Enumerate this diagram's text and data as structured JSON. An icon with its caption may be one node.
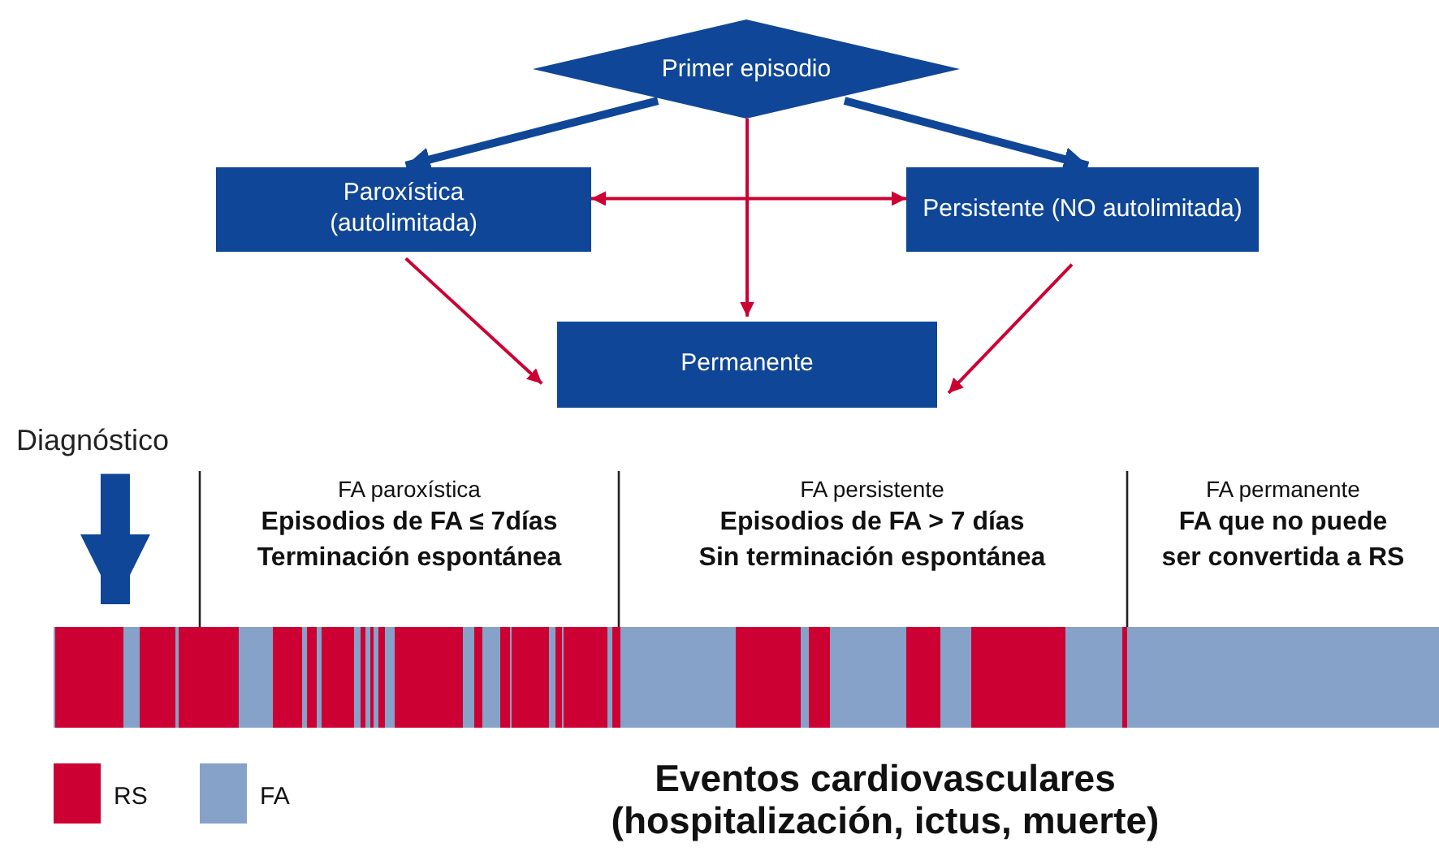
{
  "diagram": {
    "nodes": [
      {
        "text": [
          "Primer episodio"
        ]
      },
      {
        "text": [
          "Paroxística (autolimitada)"
        ]
      },
      {
        "text": [
          "Persistente (NO autolimitada)"
        ]
      },
      {
        "text": [
          "Permanente"
        ]
      },
      {
        "text": [
          "Diagnóstico"
        ]
      }
    ],
    "edges": [
      {
        "from": 0,
        "to": 1,
        "arrow": "to",
        "style": "thick",
        "color": "#0f4697"
      },
      {
        "from": 0,
        "to": 2,
        "arrow": "to",
        "style": "thick",
        "color": "#0f4697"
      },
      {
        "from": 1,
        "to": 2,
        "arrow": "both"
      },
      {
        "from": 0,
        "to": 3,
        "arrow": "to"
      },
      {
        "from": 1,
        "to": 3,
        "arrow": "to"
      },
      {
        "from": 2,
        "to": 3,
        "arrow": "to"
      },
      {
        "from": 4,
        "to": null,
        "arrow": "to",
        "style": "thick",
        "color": "#0f4697"
      }
    ],
    "labels": [
      "FA paroxística",
      "Episodios de FA ≤ 7días",
      "Terminación espontánea",
      "FA persistente",
      "Episodios de FA > 7 días",
      "Sin terminación espontánea",
      "FA permanente",
      "FA que no puede",
      "ser convertida a RS",
      "Eventos cardiovasculares (hospitalización, ictus, muerte)"
    ],
    "legend": [
      {
        "text": "RS",
        "color": "#cc0033"
      },
      {
        "text": "FA",
        "color": "#87a2c9"
      }
    ]
  }
}
